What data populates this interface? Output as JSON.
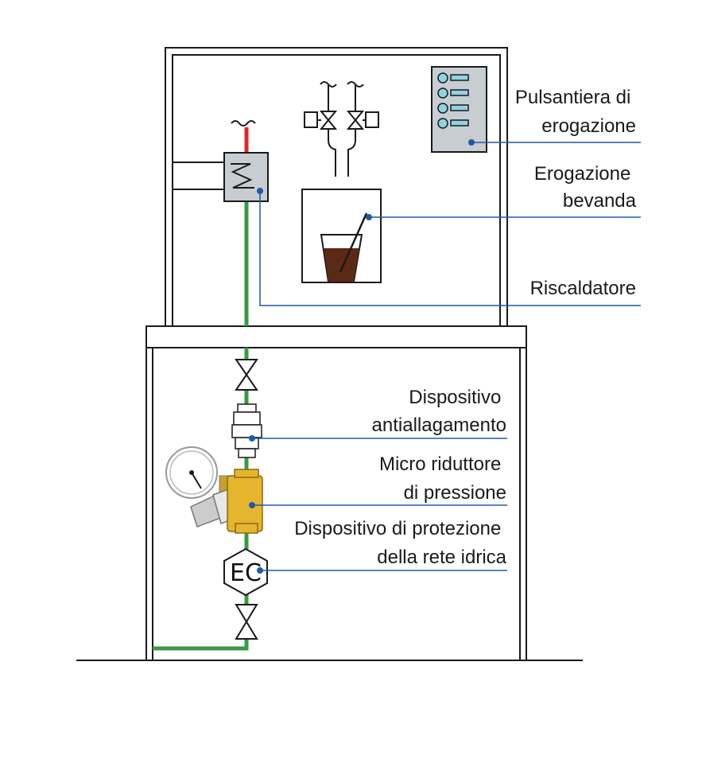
{
  "labels": {
    "pulsantiera": [
      "Pulsantiera di",
      "erogazione"
    ],
    "erogazione": [
      "Erogazione",
      "bevanda"
    ],
    "riscaldatore": [
      "Riscaldatore"
    ],
    "antiallagamento": [
      "Dispositivo",
      "antiallagamento"
    ],
    "riduttore": [
      "Micro riduttore",
      "di pressione"
    ],
    "protezione": [
      "Dispositivo di protezione",
      "della rete idrica"
    ]
  },
  "symbols": {
    "ec": "EC"
  },
  "colors": {
    "line": "#1a1a1a",
    "leader": "#1f5aa8",
    "water": "#3a9a46",
    "hot": "#e0282c",
    "panel": "#c8cdd1",
    "button": "#8fd3e4",
    "brass": "#e6b52e",
    "drink": "#5a2a14"
  }
}
